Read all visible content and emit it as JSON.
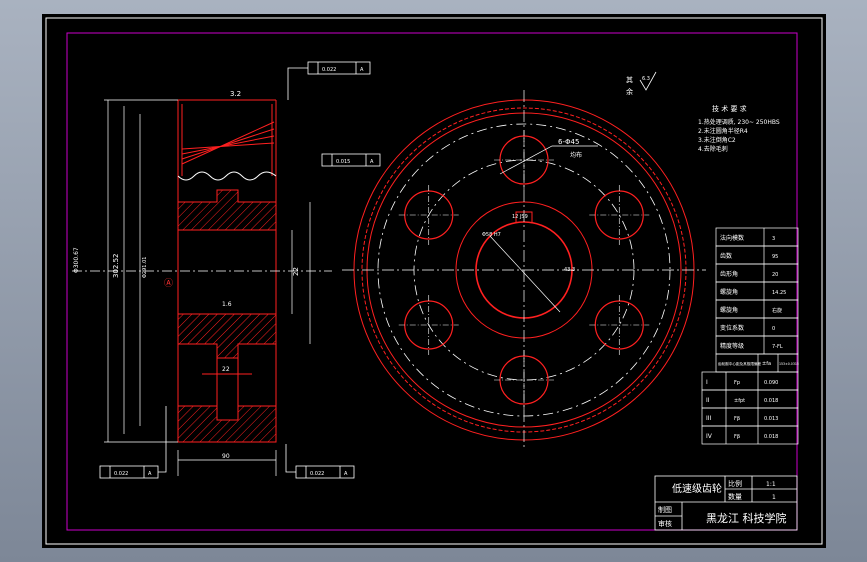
{
  "title_block": {
    "part_name": "低速级齿轮",
    "scale_label": "比例",
    "scale_value": "1:1",
    "qty_label": "数量",
    "qty_value": "1",
    "drawn_label": "制图",
    "checked_label": "审核",
    "school": "黑龙江 科技学院"
  },
  "tech_req": {
    "heading": "技 术 要 求",
    "items": [
      "1.热处理调质, 230~ 250HBS",
      "2.未注圆角半径R4",
      "3.未注倒角C2",
      "4.去除毛刺"
    ]
  },
  "roughness_note": {
    "label_top": "其",
    "label_bottom": "余",
    "value": "6.3"
  },
  "param_table": {
    "rows": [
      {
        "label": "法向模数",
        "value": "3"
      },
      {
        "label": "齿数",
        "value": "95"
      },
      {
        "label": "齿形角",
        "value": "20"
      },
      {
        "label": "螺旋角",
        "value": "14.25"
      },
      {
        "label": "螺旋角",
        "value": "右旋"
      },
      {
        "label": "变位系数",
        "value": "0"
      },
      {
        "label": "精度等级",
        "value": "7-FL"
      }
    ],
    "sub_header": {
      "a": "齿轮副中心距及其极限偏差",
      "b": "±fa",
      "c": "153±0.0315"
    },
    "tol_rows": [
      {
        "group": "I",
        "sym": "Fp",
        "value": "0.090"
      },
      {
        "group": "II",
        "sym": "±fpt",
        "value": "0.018"
      },
      {
        "group": "III",
        "sym": "Fβ",
        "value": "0.013"
      },
      {
        "group": "IV",
        "sym": "Fβ",
        "value": "0.018"
      }
    ]
  },
  "dims": {
    "od": "Φ300.67",
    "d1": "302.52",
    "d2": "Φ291.01",
    "hub_len": "22",
    "face_width": "90",
    "bore": "Φ40",
    "keyway": "12 JS9",
    "key_depth": "43.3",
    "hole": "Φ45",
    "hole_count": "6-Φ45",
    "hole_pattern": "均布",
    "bore_callout": "Φ58 H7",
    "rough_16": "1.6",
    "rough_32": "3.2"
  },
  "gdt": [
    {
      "tol": "0.022",
      "datum": "A"
    },
    {
      "tol": "0.015",
      "datum": "A"
    },
    {
      "tol": "0.022",
      "datum": "A"
    },
    {
      "tol": "0.022",
      "datum": "A"
    }
  ],
  "colors": {
    "line": "#ff2020",
    "text": "#ffffff",
    "frame": "#cc00cc"
  }
}
